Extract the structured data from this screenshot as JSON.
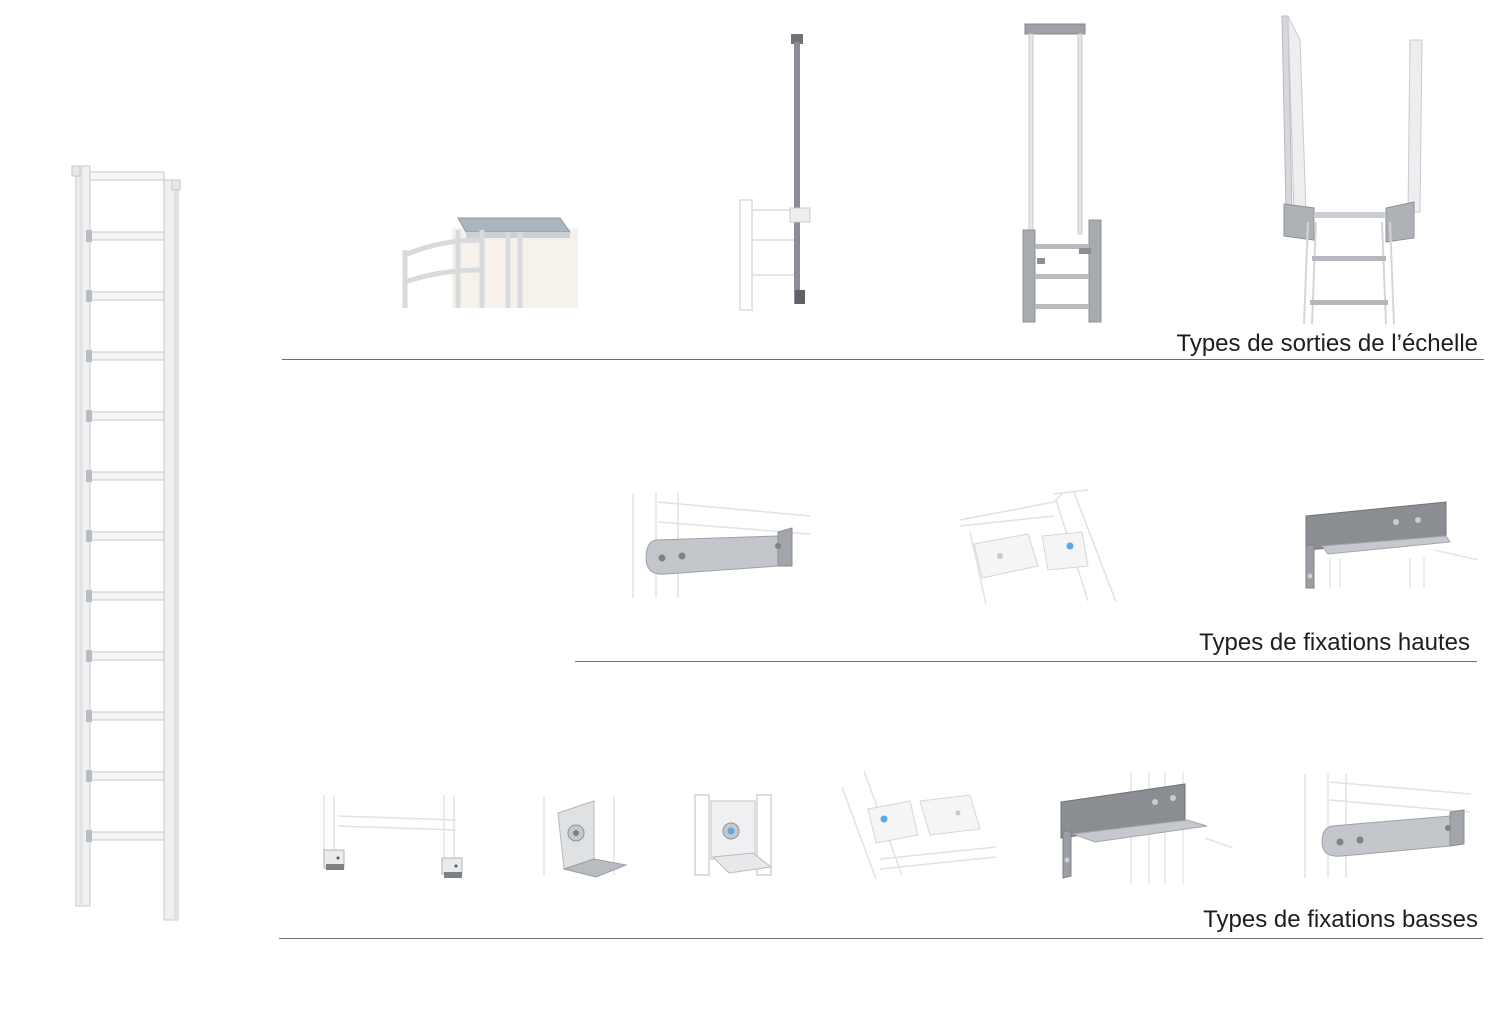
{
  "sections": {
    "exits": {
      "label": "Types de sorties de l’échelle"
    },
    "top_fixings": {
      "label": "Types de fixations hautes"
    },
    "bottom_fixings": {
      "label": "Types de fixations basses"
    }
  },
  "colors": {
    "steel_light": "#d8dadc",
    "steel_mid": "#a9acb0",
    "steel_dark": "#7d8085",
    "ghost_line": "#d2d4d6",
    "rule": "#6e6e6e",
    "text": "#1e1e1e",
    "bolt_blue": "#5aa9e6"
  }
}
